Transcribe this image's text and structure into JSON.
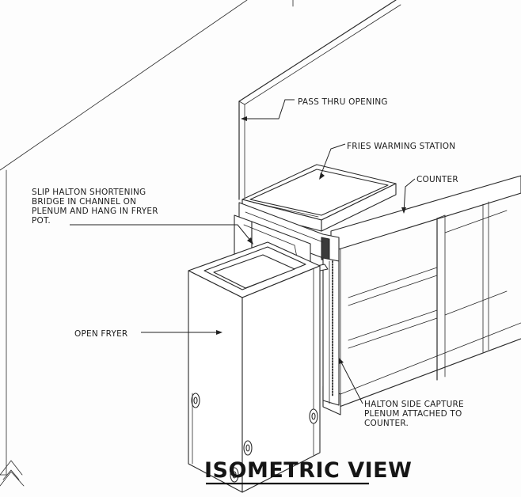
{
  "title": "ISOMETRIC VIEW",
  "labels": {
    "pass_thru": "PASS THRU OPENING",
    "fries_station": "FRIES WARMING STATION",
    "counter": "COUNTER",
    "slip_note": [
      "SLIP HALTON SHORTENING",
      "BRIDGE IN CHANNEL ON",
      "PLENUM AND  HANG IN FRYER",
      "POT."
    ],
    "open_fryer": "OPEN FRYER",
    "plenum_note": [
      "HALTON SIDE CAPTURE",
      "PLENUM ATTACHED TO",
      "COUNTER."
    ]
  }
}
